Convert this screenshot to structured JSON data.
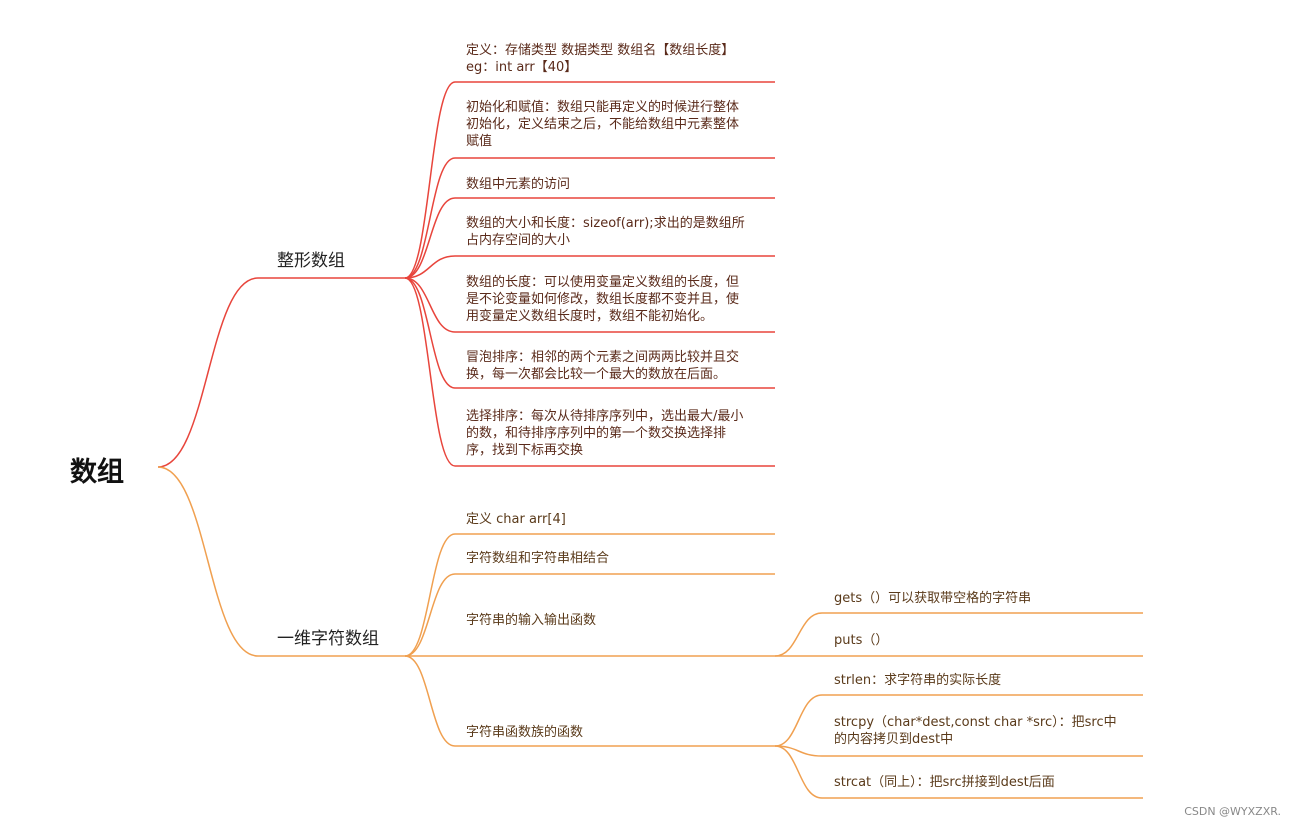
{
  "root": {
    "label": "数组"
  },
  "branches": [
    {
      "label": "整形数组",
      "color": "#e8453c",
      "items": [
        {
          "lines": [
            "定义：存储类型 数据类型 数组名【数组长度】",
            "eg：int arr【40】"
          ]
        },
        {
          "lines": [
            "初始化和赋值：数组只能再定义的时候进行整体",
            "初始化，定义结束之后，不能给数组中元素整体",
            "赋值"
          ]
        },
        {
          "lines": [
            "数组中元素的访问"
          ]
        },
        {
          "lines": [
            "数组的大小和长度：sizeof(arr);求出的是数组所",
            "占内存空间的大小"
          ]
        },
        {
          "lines": [
            "数组的长度：可以使用变量定义数组的长度，但",
            "是不论变量如何修改，数组长度都不变并且，使",
            "用变量定义数组长度时，数组不能初始化。"
          ]
        },
        {
          "lines": [
            "冒泡排序：相邻的两个元素之间两两比较并且交",
            "换，每一次都会比较一个最大的数放在后面。"
          ]
        },
        {
          "lines": [
            "选择排序：每次从待排序序列中，选出最大/最小",
            "的数，和待排序序列中的第一个数交换选择排",
            "序，找到下标再交换"
          ]
        }
      ]
    },
    {
      "label": "一维字符数组",
      "color": "#f0a050",
      "items": [
        {
          "lines": [
            "定义  char arr[4]"
          ]
        },
        {
          "lines": [
            "字符数组和字符串相结合"
          ]
        },
        {
          "lines": [
            "字符串的输入输出函数"
          ],
          "children": [
            {
              "lines": [
                "gets（）可以获取带空格的字符串"
              ]
            },
            {
              "lines": [
                "puts（）"
              ]
            }
          ]
        },
        {
          "lines": [
            "字符串函数族的函数"
          ],
          "children": [
            {
              "lines": [
                "strlen：求字符串的实际长度"
              ]
            },
            {
              "lines": [
                "strcpy（char*dest,const char *src）：把src中",
                "的内容拷贝到dest中"
              ]
            },
            {
              "lines": [
                "strcat（同上）：把src拼接到dest后面"
              ]
            }
          ]
        }
      ]
    }
  ],
  "watermark": "CSDN @WYXZXR."
}
